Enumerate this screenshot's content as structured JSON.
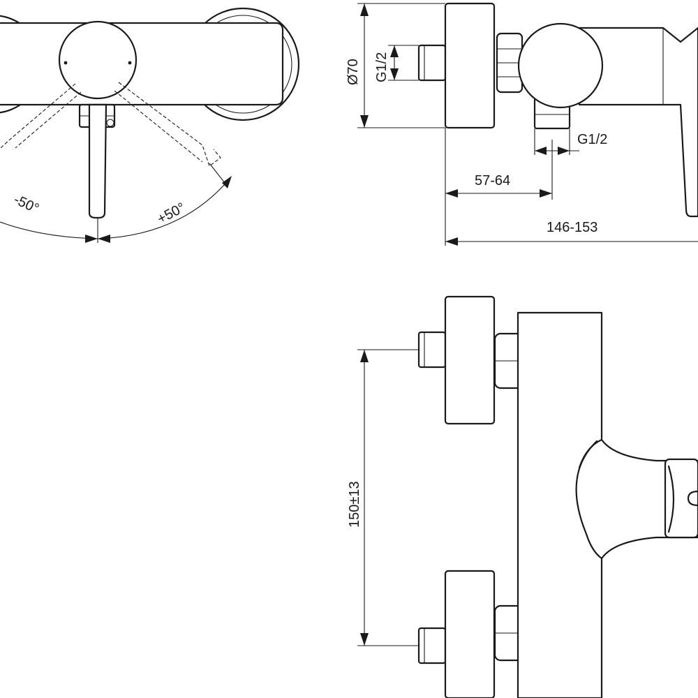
{
  "dimensions": {
    "rotation_neg": "-50°",
    "rotation_pos": "+50°",
    "diameter": "Ø70",
    "thread_inlet": "G1/2",
    "thread_outlet": "G1/2",
    "offset": "57-64",
    "depth": "146-153",
    "centers": "150±13"
  },
  "colors": {
    "line": "#1a1a1a",
    "background": "#ffffff"
  }
}
